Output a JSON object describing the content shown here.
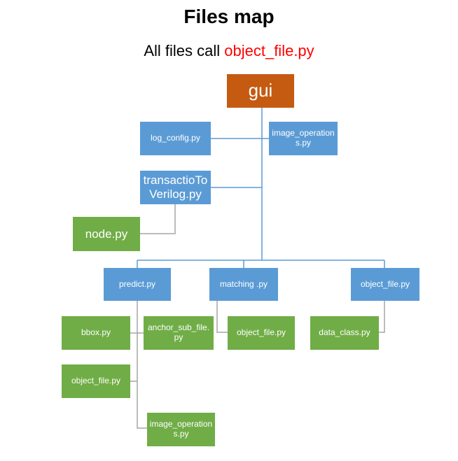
{
  "title": "Files map",
  "subtitle": {
    "prefix": "All files call ",
    "highlight": "object_file.py"
  },
  "nodes": {
    "gui": "gui",
    "log_config": "log_config.py",
    "image_operations_top": "image_operations.py",
    "transaction_to_verilog": "transactioToVerilog.py",
    "node": "node.py",
    "predict": "predict.py",
    "matching": "matching .py",
    "object_file": "object_file.py",
    "bbox": "bbox.py",
    "anchor_sub_file": "anchor_sub_file.py",
    "object_file_matching": "object_file.py",
    "data_class": "data_class.py",
    "object_file_predict": "object_file.py",
    "image_operations_predict": "image_operations.py"
  },
  "colors": {
    "blue": "#5b9bd5",
    "green": "#70ad47",
    "orange": "#c55a11",
    "highlight": "#ff0000"
  }
}
